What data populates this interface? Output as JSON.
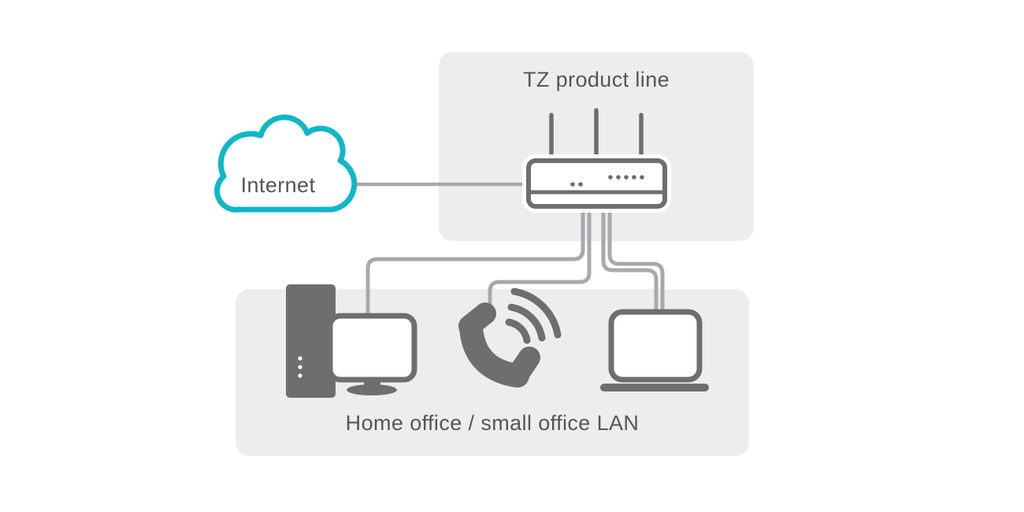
{
  "labels": {
    "tz_product_line": "TZ product line",
    "internet": "Internet",
    "lan": "Home office / small office LAN"
  },
  "icons": {
    "cloud": "cloud-icon",
    "router": "wireless-router-icon",
    "desktop": "desktop-computer-icon",
    "phone": "voip-phone-icon",
    "laptop": "laptop-icon"
  },
  "colors": {
    "panel_gray": "#ededee",
    "device_gray": "#6d6e70",
    "line_gray": "#a7a9ac",
    "text_gray": "#55565a",
    "cloud_cyan": "#0fb7c9"
  }
}
